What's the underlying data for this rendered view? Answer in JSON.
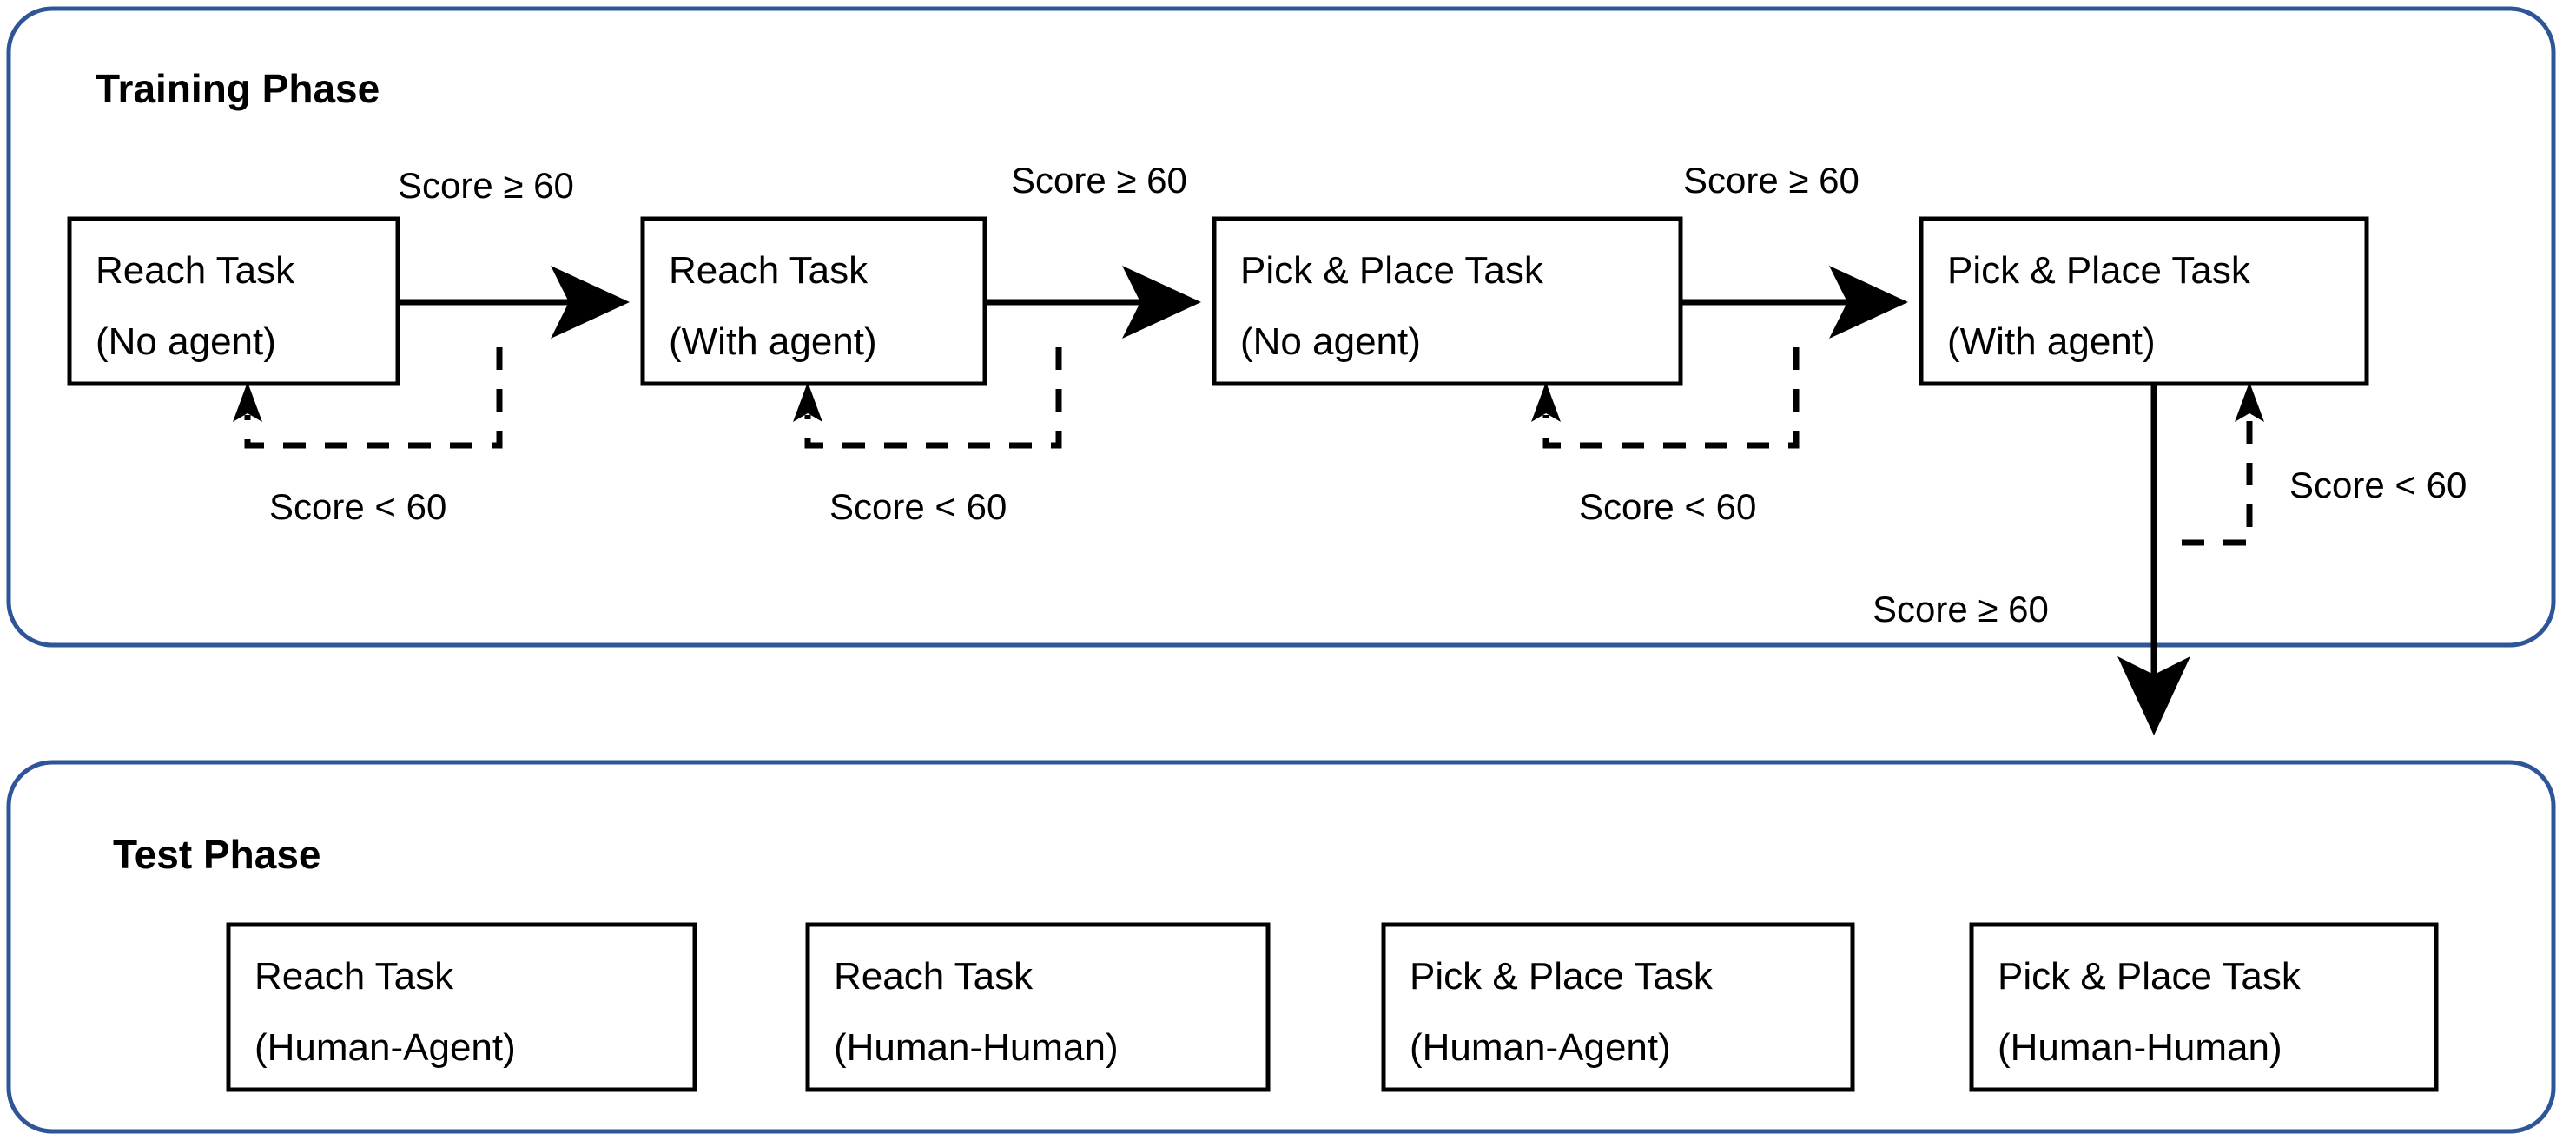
{
  "diagram": {
    "title_hidden": "",
    "accent_color": "#2E5597",
    "line_color": "#000000",
    "phases": [
      {
        "id": "training",
        "title": "Training Phase",
        "boxes": [
          {
            "id": "reach-no-agent",
            "line1": "Reach Task",
            "line2": "(No agent)"
          },
          {
            "id": "reach-with-agent",
            "line1": "Reach Task",
            "line2": "(With agent)"
          },
          {
            "id": "pickplace-no-agent",
            "line1": "Pick & Place Task",
            "line2": "(No agent)"
          },
          {
            "id": "pickplace-with-agent",
            "line1": "Pick & Place Task",
            "line2": "(With agent)"
          }
        ],
        "pass_labels": [
          "Score ≥ 60",
          "Score ≥ 60",
          "Score ≥ 60"
        ],
        "fail_labels": [
          "Score < 60",
          "Score < 60",
          "Score < 60",
          "Score < 60"
        ]
      },
      {
        "id": "test",
        "title": "Test Phase",
        "boxes": [
          {
            "id": "reach-human-agent",
            "line1": "Reach Task",
            "line2": "(Human-Agent)"
          },
          {
            "id": "reach-human-human",
            "line1": "Reach Task",
            "line2": "(Human-Human)"
          },
          {
            "id": "pickplace-human-agent",
            "line1": "Pick & Place Task",
            "line2": "(Human-Agent)"
          },
          {
            "id": "pickplace-human-human",
            "line1": "Pick & Place Task",
            "line2": "(Human-Human)"
          }
        ]
      }
    ],
    "transition_label": "Score ≥ 60"
  }
}
